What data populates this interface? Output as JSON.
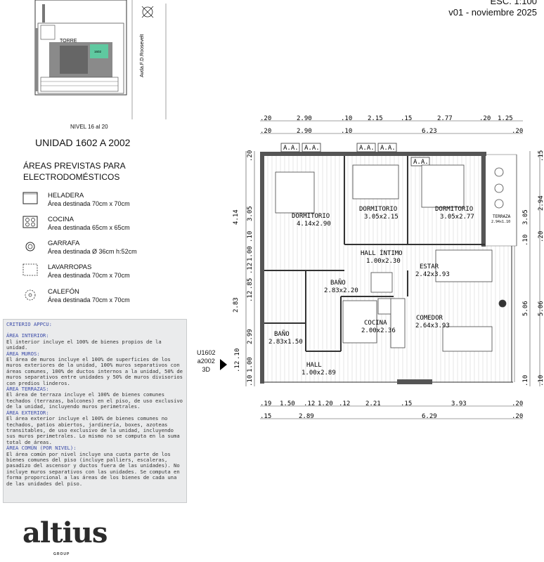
{
  "header": {
    "scale": "ESC. 1:100",
    "version": "v01 - noviembre 2025"
  },
  "keyplan": {
    "tower_label": "TORRE",
    "unit_tag": "1602",
    "street": "Avda.F.D.Roosevelt",
    "level": "NIVEL 16 al 20"
  },
  "unit_title": "UNIDAD 1602 A 2002",
  "areas": {
    "title_line1": "ÁREAS PREVISTAS PARA",
    "title_line2": "ELECTRODOMÉSTICOS",
    "items": [
      {
        "name": "HELADERA",
        "desc": "Área destinada 70cm x 70cm",
        "icon": "fridge-icon"
      },
      {
        "name": "COCINA",
        "desc": "Área destinada 65cm x 65cm",
        "icon": "stove-icon"
      },
      {
        "name": "GARRAFA",
        "desc": "Área destinada Ø 36cm h:52cm",
        "icon": "gas-cylinder-icon"
      },
      {
        "name": "LAVARROPAS",
        "desc": "Área destinada 70cm x 70cm",
        "icon": "washer-icon"
      },
      {
        "name": "CALEFÓN",
        "desc": "Área destinada 70cm x 70cm",
        "icon": "water-heater-icon"
      }
    ]
  },
  "criteria": {
    "title": "CRITERIO APPCU:",
    "sections": [
      {
        "heading": "ÁREA INTERIOR:",
        "text": "El interior incluye el 100% de bienes propios de la unidad."
      },
      {
        "heading": "ÁREA MUROS:",
        "text": "El área de muros incluye el 100% de superficies de los muros exteriores de la unidad, 100% muros separativos con áreas comunes, 100% de ductos internos a la unidad, 50% de muros separativos entre unidades y 50% de muros divisorios con predios linderos."
      },
      {
        "heading": "ÁREA TERRAZAS:",
        "text": "El área de terraza incluye el 100% de bienes comunes techados (terrazas, balcones) en el piso, de uso exclusivo de la unidad, incluyendo muros perimetrales."
      },
      {
        "heading": "ÁREA EXTERIOR:",
        "text": "El área exterior incluye el 100% de bienes comunes no techados, patios abiertos, jardinería, boxes, azoteas transitables, de uso exclusivo de la unidad, incluyendo sus muros perimetrales. Lo mismo no se computa en la suma total de áreas."
      },
      {
        "heading": "ÁREA COMÚN (POR NIVEL):",
        "text": "El área común por nivel incluye una cuota parte de los bienes comunes del piso (incluye palliers, escaleras, pasadizo del ascensor y ductos fuera de las unidades). No incluye muros separativos con las unidades. Se computa en forma proporcional a las áreas de los bienes de cada una de las unidades del piso."
      }
    ]
  },
  "logo": {
    "name": "altius",
    "sub": "GROUP"
  },
  "unit_ref": {
    "line1": "U1602",
    "line2": "a2002",
    "line3": "3D"
  },
  "plan": {
    "top_dims_row1": [
      ".20",
      "2.90",
      ".10",
      "2.15",
      ".15",
      "2.77",
      ".20",
      "1.25"
    ],
    "top_dims_row2": [
      ".20",
      "2.90",
      ".10",
      "6.23",
      ".20"
    ],
    "bottom_dims_row1": [
      ".19",
      "1.50",
      ".12",
      "1.20",
      ".12",
      "2.21",
      ".15",
      "3.93",
      ".20"
    ],
    "bottom_dims_row2": [
      ".15",
      "2.89",
      "6.29",
      ".20"
    ],
    "left_dims_outer": [
      "4.14",
      "2.83"
    ],
    "left_dims_inner": [
      ".20",
      "3.05",
      ".10",
      "1.00",
      ".12",
      ".85",
      ".12",
      "2.99",
      ".10",
      "1.00",
      ".12",
      ".10"
    ],
    "right_dims_inner": [
      "3.05",
      ".10",
      "5.06",
      ".10"
    ],
    "right_dims_outer": [
      ".15",
      "2.94",
      ".20",
      "5.06",
      ".10"
    ],
    "rooms": [
      {
        "name": "DORMITORIO",
        "size": "4.14x2.90"
      },
      {
        "name": "DORMITORIO",
        "size": "3.05x2.15"
      },
      {
        "name": "DORMITORIO",
        "size": "3.05x2.77"
      },
      {
        "name": "TERRAZA",
        "size": "2.94x1.10"
      },
      {
        "name": "HALL ÍNTIMO",
        "size": "1.00x2.30"
      },
      {
        "name": "ESTAR",
        "size": "2.42x3.93"
      },
      {
        "name": "BAÑO",
        "size": "2.83x2.20"
      },
      {
        "name": "COCINA",
        "size": "2.00x2.36"
      },
      {
        "name": "COMEDOR",
        "size": "2.64x3.93"
      },
      {
        "name": "BAÑO",
        "size": "2.83x1.50"
      },
      {
        "name": "HALL",
        "size": "1.00x2.89"
      }
    ],
    "ac_label": "A.A."
  }
}
